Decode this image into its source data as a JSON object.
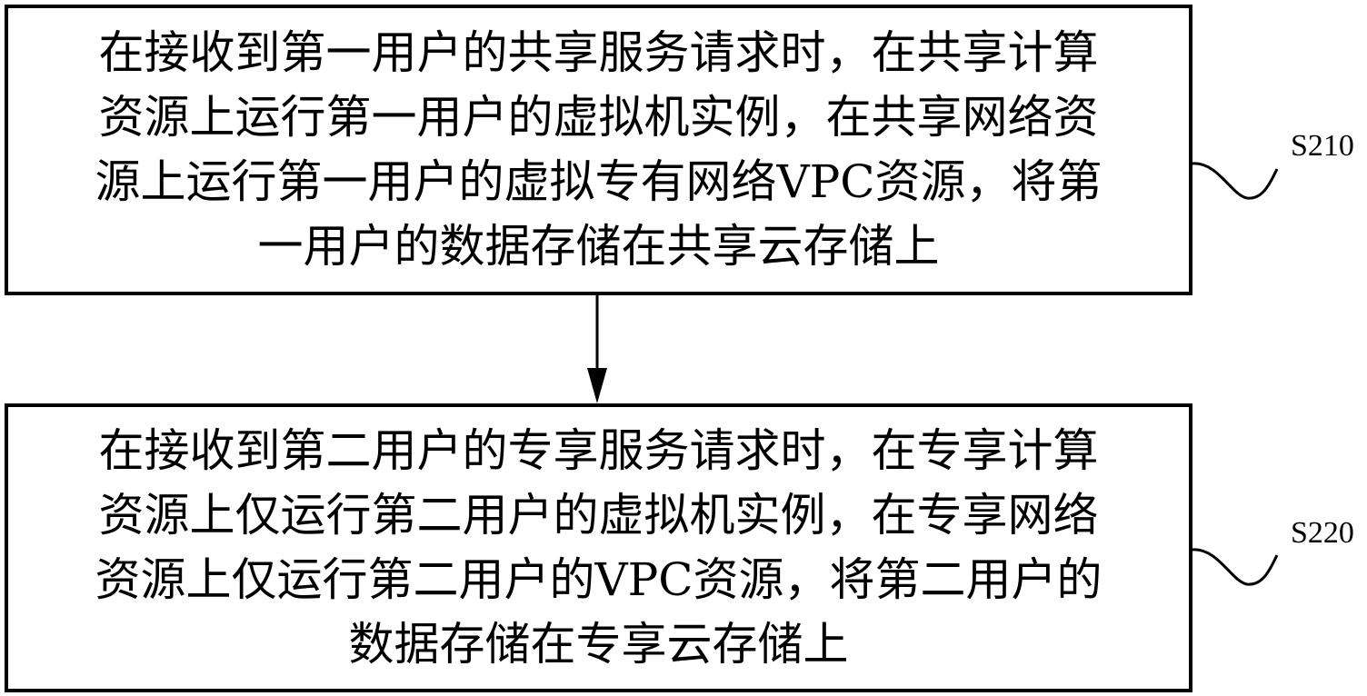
{
  "diagram": {
    "type": "flowchart",
    "steps": [
      {
        "id": "S210",
        "label": "S210",
        "lines": [
          "在接收到第一用户的共享服务请求时，在共享计算",
          "资源上运行第一用户的虚拟机实例，在共享网络资",
          "源上运行第一用户的虚拟专有网络VPC资源，将第",
          "一用户的数据存储在共享云存储上"
        ]
      },
      {
        "id": "S220",
        "label": "S220",
        "lines": [
          "在接收到第二用户的专享服务请求时，在专享计算",
          "资源上仅运行第二用户的虚拟机实例，在专享网络",
          "资源上仅运行第二用户的VPC资源，将第二用户的",
          "数据存储在专享云存储上"
        ]
      }
    ],
    "edges": [
      {
        "from": "S210",
        "to": "S220",
        "type": "arrow-down"
      }
    ],
    "colors": {
      "stroke": "#000000",
      "background": "#ffffff"
    }
  }
}
